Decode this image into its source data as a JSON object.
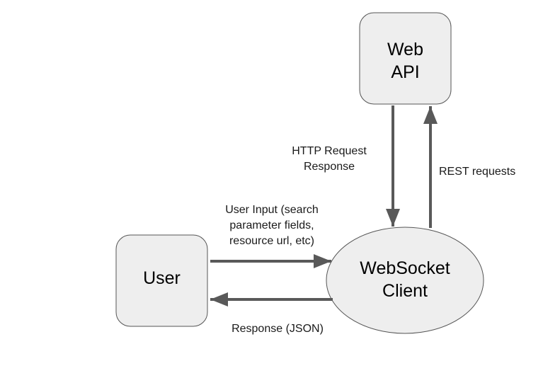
{
  "colors": {
    "node_fill": "#eeeeee",
    "node_stroke": "#555555",
    "arrow": "#595959",
    "text": "#000000"
  },
  "nodes": {
    "web_api": {
      "shape": "rounded-rectangle",
      "line1": "Web",
      "line2": "API"
    },
    "user": {
      "shape": "rounded-rectangle",
      "label": "User"
    },
    "websocket_client": {
      "shape": "ellipse",
      "line1": "WebSocket",
      "line2": "Client"
    }
  },
  "edges": {
    "http_request_response": {
      "from": "web_api",
      "to": "websocket_client",
      "line1": "HTTP Request",
      "line2": "Response"
    },
    "rest_requests": {
      "from": "websocket_client",
      "to": "web_api",
      "label": "REST requests"
    },
    "user_input": {
      "from": "user",
      "to": "websocket_client",
      "line1": "User Input (search",
      "line2": "parameter fields,",
      "line3": "resource url, etc)"
    },
    "response_json": {
      "from": "websocket_client",
      "to": "user",
      "label": "Response (JSON)"
    }
  }
}
